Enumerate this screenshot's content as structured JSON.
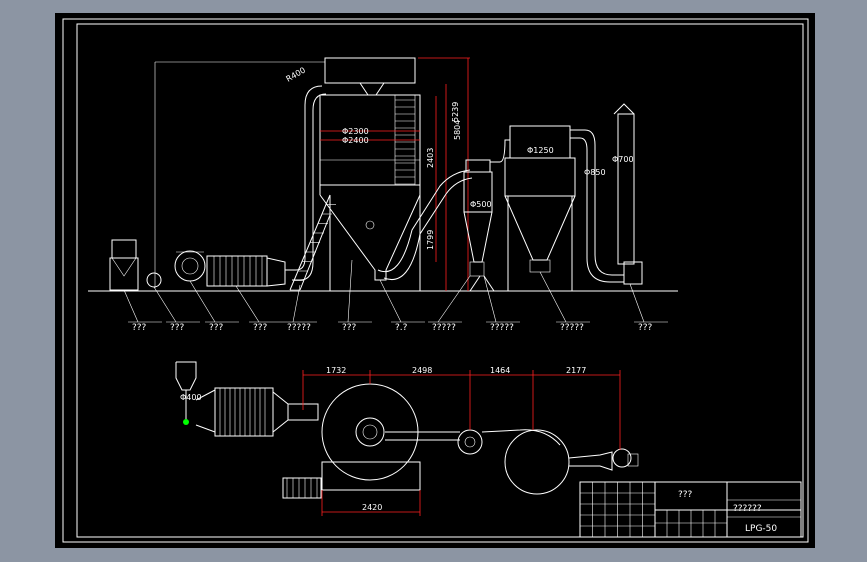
{
  "colors": {
    "window_bg": "#8c95a3",
    "canvas": "#000000",
    "line": "#ffffff",
    "dimension": "#ff2020",
    "accent_green": "#00ff00"
  },
  "elevation": {
    "dims": {
      "r400": "R400",
      "d2300": "Φ2300",
      "d2400": "Φ2400",
      "h5239": "5239",
      "h5804": "5804",
      "h2403": "2403",
      "h1799": "1799",
      "d1250": "Φ1250",
      "d500": "Φ500",
      "d850": "Φ850",
      "d700": "Φ700"
    },
    "part_labels": [
      "???",
      "???",
      "???",
      "???",
      "?????",
      "???",
      "?.?",
      "?????",
      "?????",
      "?????",
      "???"
    ]
  },
  "plan": {
    "dims": {
      "d1732": "1732",
      "d2498": "2498",
      "d1464": "1464",
      "d2177": "2177",
      "d2420": "2420",
      "d400": "Φ400"
    }
  },
  "title_block": {
    "name": "???",
    "company": "??????",
    "drawing_no": "LPG-50"
  }
}
